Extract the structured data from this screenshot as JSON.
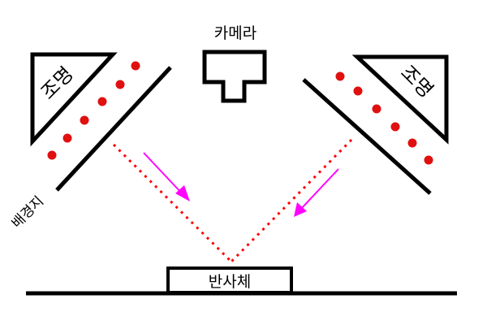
{
  "labels": {
    "camera": "카메라",
    "light_left": "조명",
    "light_right": "조명",
    "background": "배경지",
    "reflector": "반사체"
  },
  "colors": {
    "line": "#000000",
    "dots": "#e01010",
    "ray": "#ff0000",
    "arrow": "#ff00ff",
    "background": "#ffffff"
  }
}
